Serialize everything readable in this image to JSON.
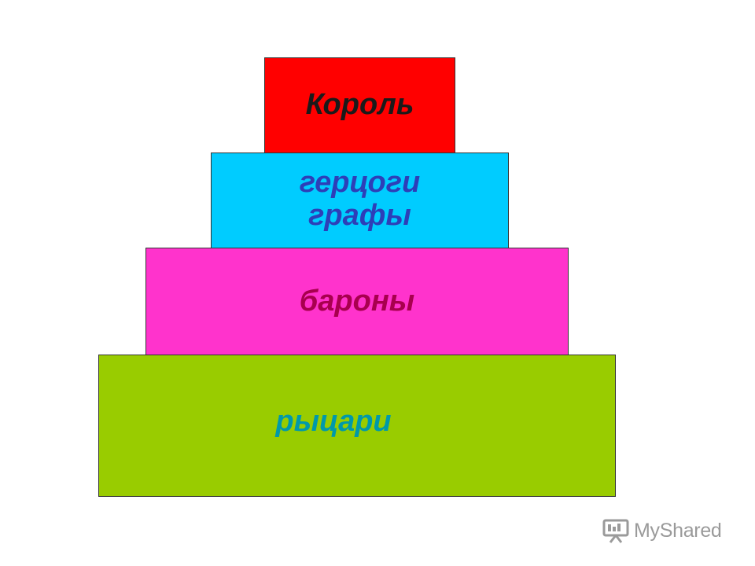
{
  "pyramid": {
    "tiers": [
      {
        "label": "Король",
        "background": "#ff0000",
        "text_color": "#1a1a1a"
      },
      {
        "label": "герцоги\nграфы",
        "background": "#00ccff",
        "text_color": "#2d3fb8"
      },
      {
        "label": "бароны",
        "background": "#ff33cc",
        "text_color": "#a8004e"
      },
      {
        "label": "рыцари",
        "background": "#99cc00",
        "text_color": "#0099aa"
      }
    ]
  },
  "watermark": {
    "text": "MyShared",
    "icon": "presentation-board-icon"
  }
}
